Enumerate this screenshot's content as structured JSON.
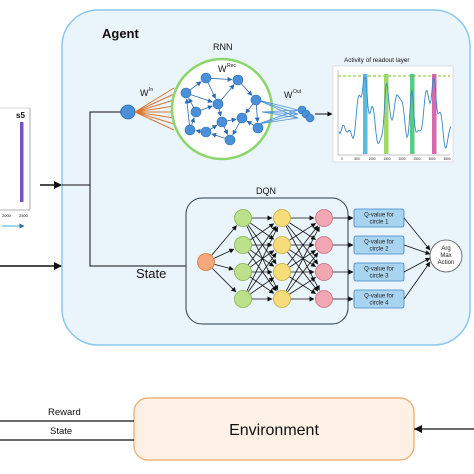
{
  "agent": {
    "title": "Agent"
  },
  "rnn": {
    "title": "RNN",
    "w_in": "W",
    "w_in_sup": "In",
    "w_rec": "W",
    "w_rec_sup": "Rec",
    "w_out": "W",
    "w_out_sup": "Out"
  },
  "readout_plot": {
    "title": "Activity of readout layer",
    "x_ticks": [
      "0",
      "500",
      "1000",
      "1500",
      "2000",
      "2500",
      "3000",
      "3500"
    ],
    "marker_colors": [
      "#3ab0d8",
      "#8fd14f",
      "#3dbf6f",
      "#d04fa0"
    ],
    "dashed_line_color": "#8fd14f"
  },
  "left_plot": {
    "label": "s5",
    "ticks": [
      "2000",
      "2500"
    ],
    "bar_color": "#7a4fc4"
  },
  "dqn": {
    "title": "DQN",
    "state_label": "State",
    "q_boxes": [
      "Q-value for circle 1",
      "Q-value for circle 2",
      "Q-value for circle 3",
      "Q-value for circle 4"
    ],
    "argmax": [
      "Arg",
      "Max",
      "Action"
    ]
  },
  "environment": {
    "label": "Environment",
    "reward_label": "Reward",
    "state_label": "State"
  },
  "colors": {
    "agent_bg": "#eaf4fb",
    "agent_border": "#8cc8ee",
    "neuron_blue": "#4a90d9",
    "rnn_ring": "#8bd66b",
    "input_node": "#f4a87c",
    "hidden_green": "#bde08a",
    "hidden_yellow": "#f7dd7a",
    "output_node": "#f2a8b4",
    "env_fill": "#fdf1e6",
    "env_border": "#f0b27a"
  }
}
